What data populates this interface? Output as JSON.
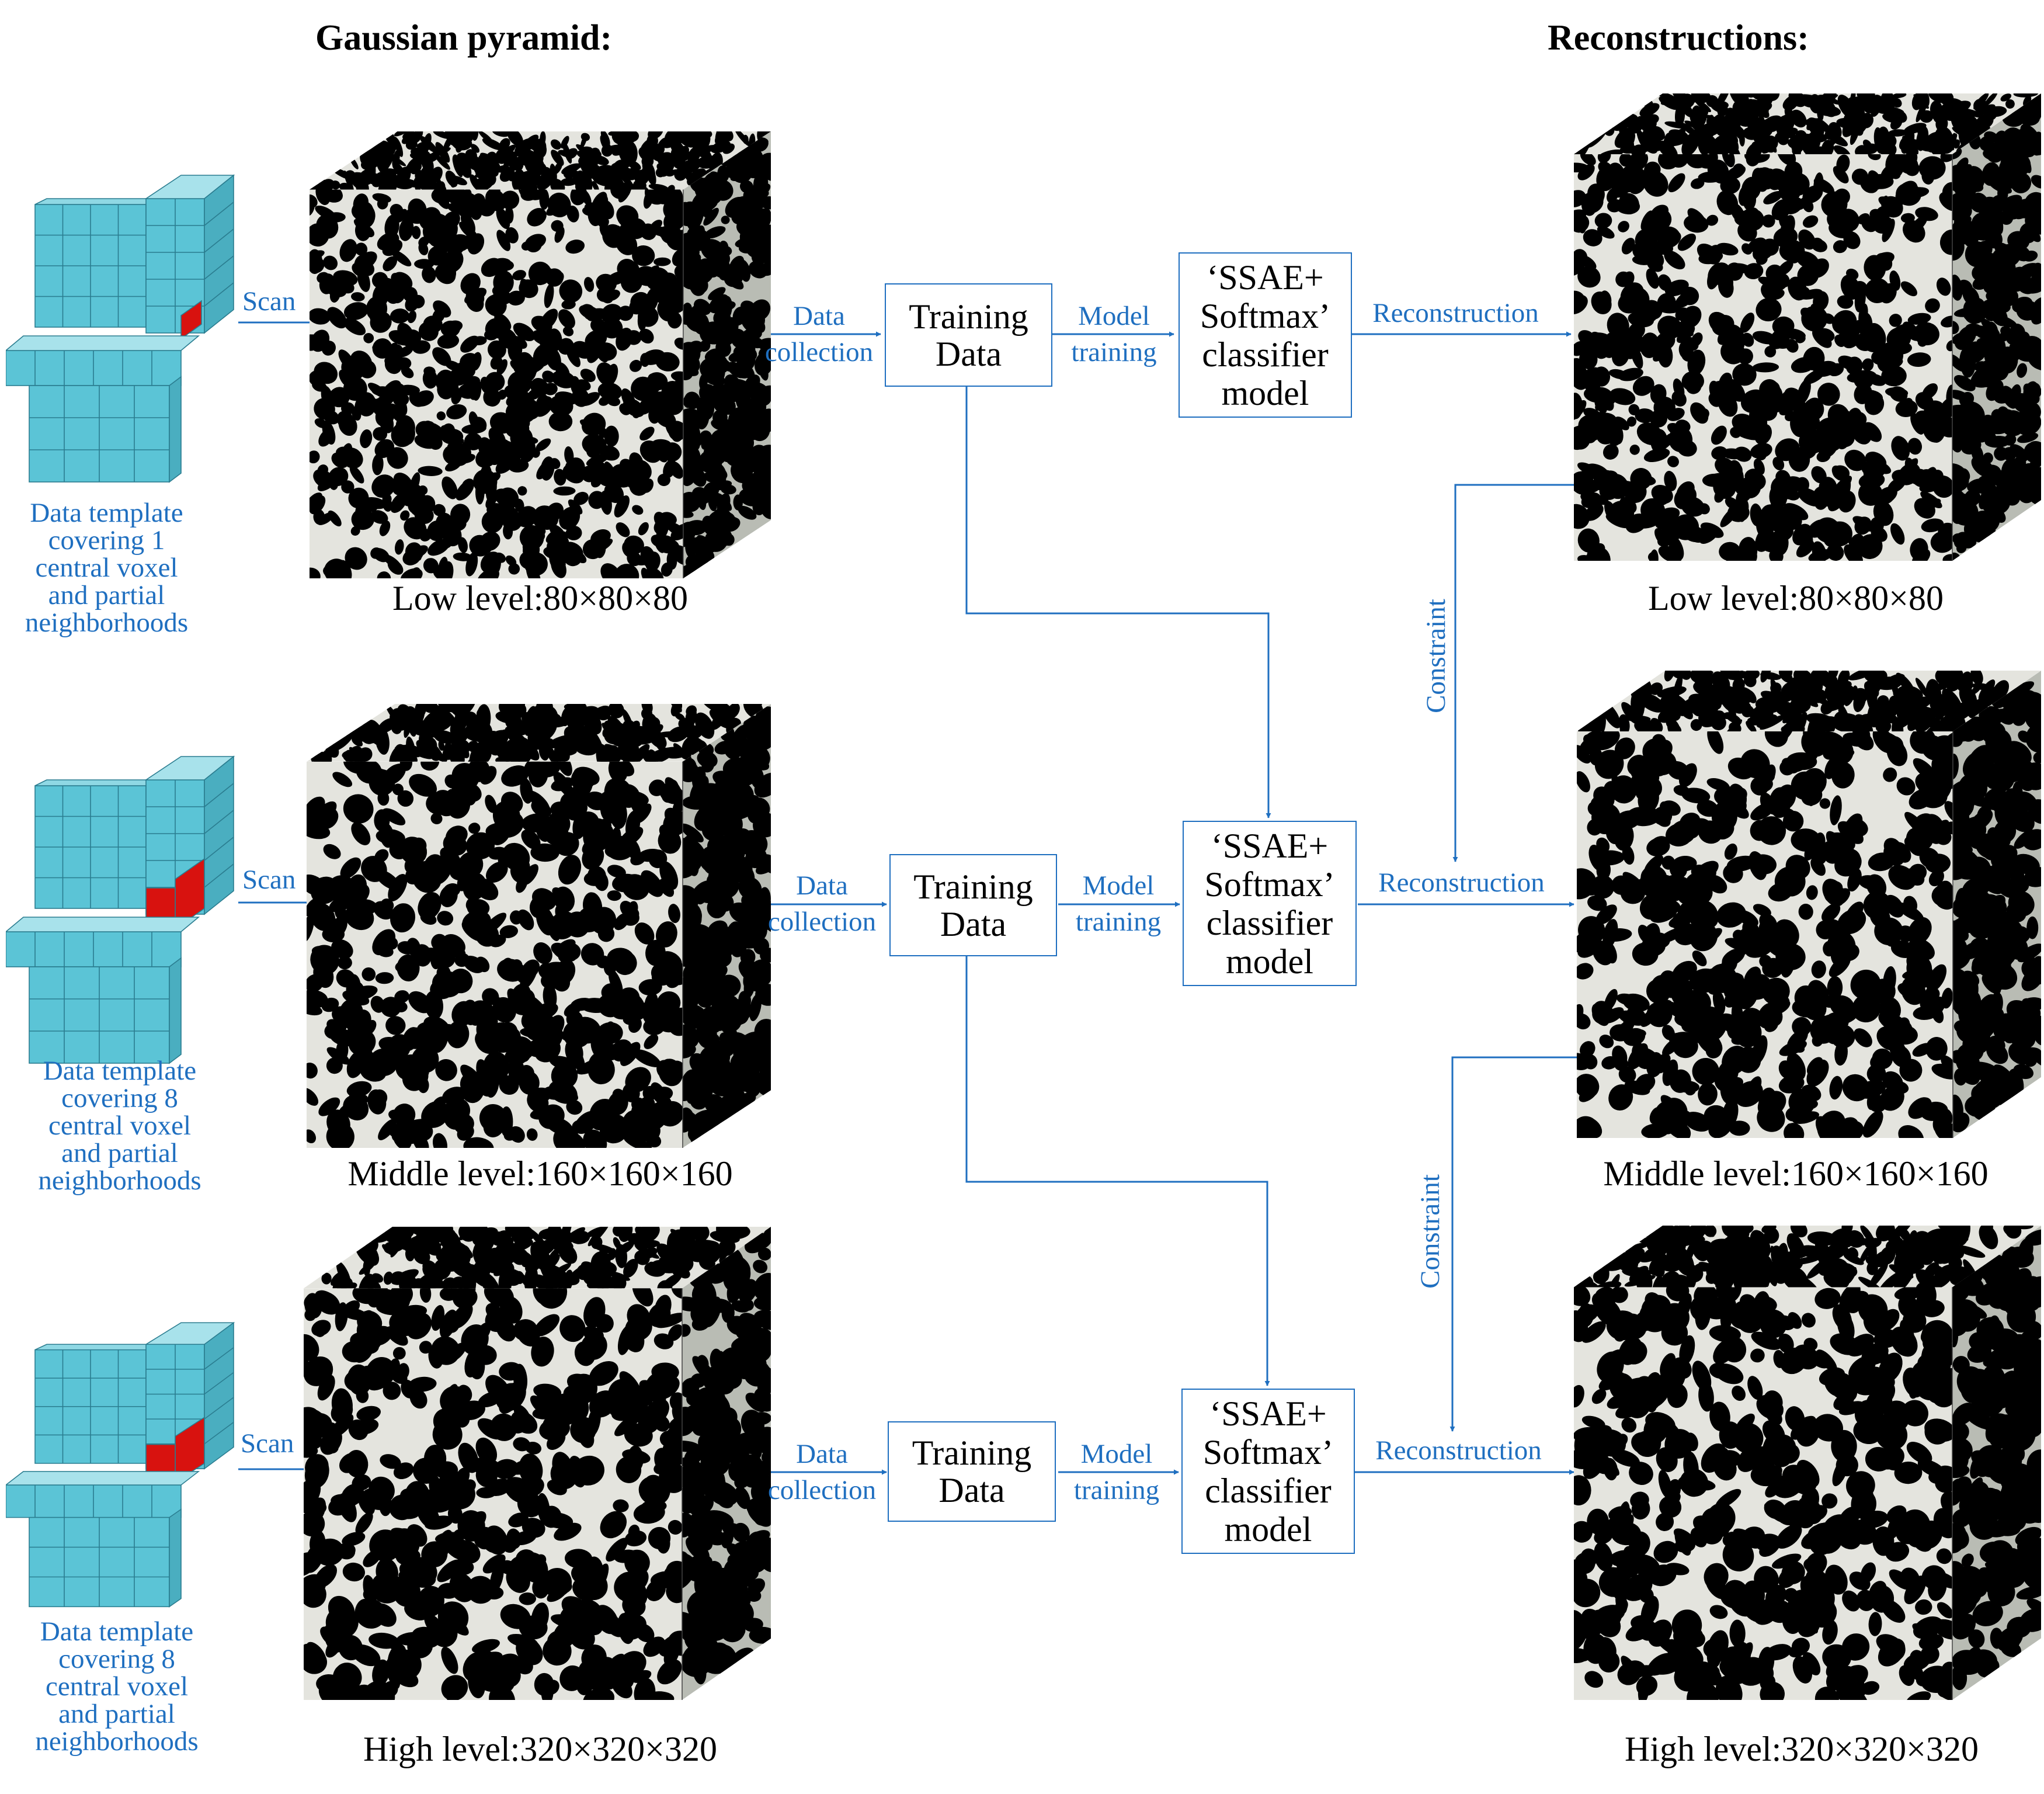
{
  "headers": {
    "pyramid": "Gaussian pyramid:",
    "reconstructions": "Reconstructions:"
  },
  "rows": [
    {
      "template_label": [
        "Data template",
        "covering 1",
        "central voxel",
        "and partial",
        "neighborhoods"
      ],
      "scan": "Scan",
      "pyramid_level": "Low level:80×80×80",
      "data_collection": [
        "Data",
        "collection"
      ],
      "training_data": [
        "Training",
        "Data"
      ],
      "model_training": [
        "Model",
        "training"
      ],
      "classifier": [
        "‘SSAE+",
        "Softmax’",
        "classifier",
        "model"
      ],
      "reconstruction": "Reconstruction",
      "recon_level": "Low level:80×80×80"
    },
    {
      "template_label": [
        "Data template",
        "covering 8",
        "central voxel",
        "and partial",
        "neighborhoods"
      ],
      "scan": "Scan",
      "pyramid_level": "Middle level:160×160×160",
      "data_collection": [
        "Data",
        "collection"
      ],
      "training_data": [
        "Training",
        "Data"
      ],
      "model_training": [
        "Model",
        "training"
      ],
      "classifier": [
        "‘SSAE+",
        "Softmax’",
        "classifier",
        "model"
      ],
      "reconstruction": "Reconstruction",
      "recon_level": "Middle level:160×160×160"
    },
    {
      "template_label": [
        "Data template",
        "covering 8",
        "central voxel",
        "and partial",
        "neighborhoods"
      ],
      "scan": "Scan",
      "pyramid_level": "High level:320×320×320",
      "data_collection": [
        "Data",
        "collection"
      ],
      "training_data": [
        "Training",
        "Data"
      ],
      "model_training": [
        "Model",
        "training"
      ],
      "classifier": [
        "‘SSAE+",
        "Softmax’",
        "classifier",
        "model"
      ],
      "reconstruction": "Reconstruction",
      "recon_level": "High level:320×320×320"
    }
  ],
  "constraints": [
    "Constraint",
    "Constraint"
  ],
  "colors": {
    "flow": "#1f6fc0",
    "voxel": "#5bc4d6",
    "voxel_edge": "#2a7c8f",
    "central_voxel": "#d8120f",
    "solid": "#000000",
    "pore": "#e4e4de"
  }
}
